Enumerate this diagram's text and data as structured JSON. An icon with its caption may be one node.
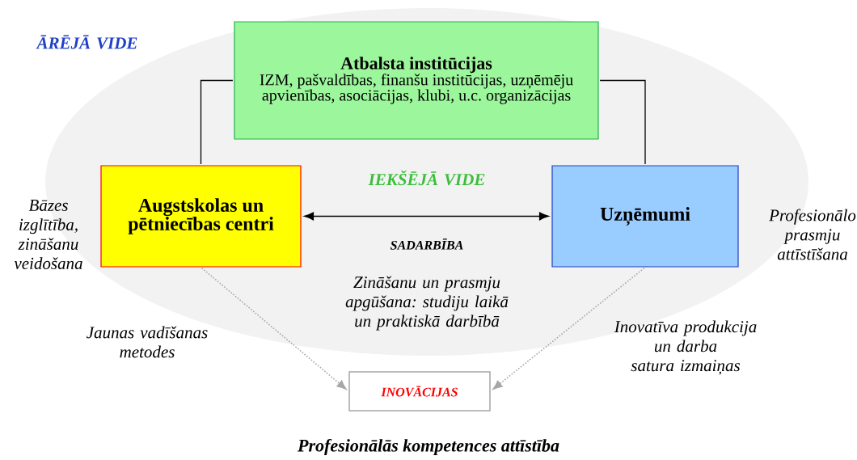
{
  "diagram": {
    "caption": "Profesionālās kompetences attīstība",
    "nodes": [
      {
        "text": [
          "Atbalsta institūcijas",
          "IZM, pašvaldības, finanšu institūcijas, uzņēmēju apvienības, asociācijas, klubi, u.c. organizācijas"
        ]
      },
      {
        "text": [
          "Augstskolas un pētniecības centri"
        ],
        "beside": [
          "Bāzes izglītība, zināšanu veidošana"
        ]
      },
      {
        "text": [
          "Uzņēmumi"
        ],
        "beside": [
          "Profesionālo prasmju attīstīšana"
        ]
      },
      {
        "text": [
          "INOVĀCIJAS"
        ]
      }
    ],
    "edges": [
      {
        "from": 0,
        "to": 1,
        "arrow": "none"
      },
      {
        "from": 0,
        "to": 2,
        "arrow": "none"
      },
      {
        "from": 1,
        "to": 2,
        "arrow": "both",
        "label": "SADARBĪBA"
      },
      {
        "from": 1,
        "to": 3,
        "arrow": "to",
        "style": "dashed",
        "color": "#a6a6a6",
        "label": "Jaunas vadīšanas metodes"
      },
      {
        "from": 2,
        "to": 3,
        "arrow": "to",
        "style": "dashed",
        "color": "#a6a6a6",
        "label": "Inovatīva produkcija un darba satura izmaiņas"
      }
    ],
    "labels": [
      "ĀRĒJĀ VIDE",
      "IEKŠĒJĀ VIDE",
      "Zināšanu un prasmju apgūšana: studiju laikā un praktiskā darbībā"
    ]
  }
}
